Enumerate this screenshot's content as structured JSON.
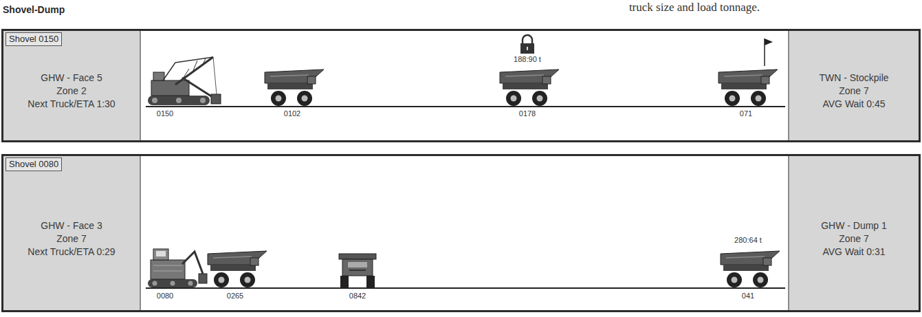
{
  "diagram": {
    "title": "Shovel-Dump",
    "nodes": [
      {
        "text": [
          "Shovel 0150"
        ]
      },
      {
        "text": [
          "GHW - Face 5",
          "Zone 2",
          "Next Truck/ETA 1:30"
        ],
        "in": 0
      },
      {
        "text": [
          "TWN - Stockpile",
          "Zone 7",
          "AVG Wait 0:45"
        ],
        "in": 0
      },
      {
        "text": [
          "Shovel 0080"
        ]
      },
      {
        "text": [
          "GHW - Face 3",
          "Zone 7",
          "Next Truck/ETA 0:29"
        ],
        "in": 3
      },
      {
        "text": [
          "GHW - Dump 1",
          "Zone 7",
          "AVG Wait 0:31"
        ],
        "in": 3
      }
    ],
    "labels": [
      "truck size and load tonnage.",
      "0150",
      "0102",
      "188:90 t",
      "0178",
      "071",
      "0080",
      "0265",
      "0842",
      "280:64 t",
      "041"
    ]
  }
}
